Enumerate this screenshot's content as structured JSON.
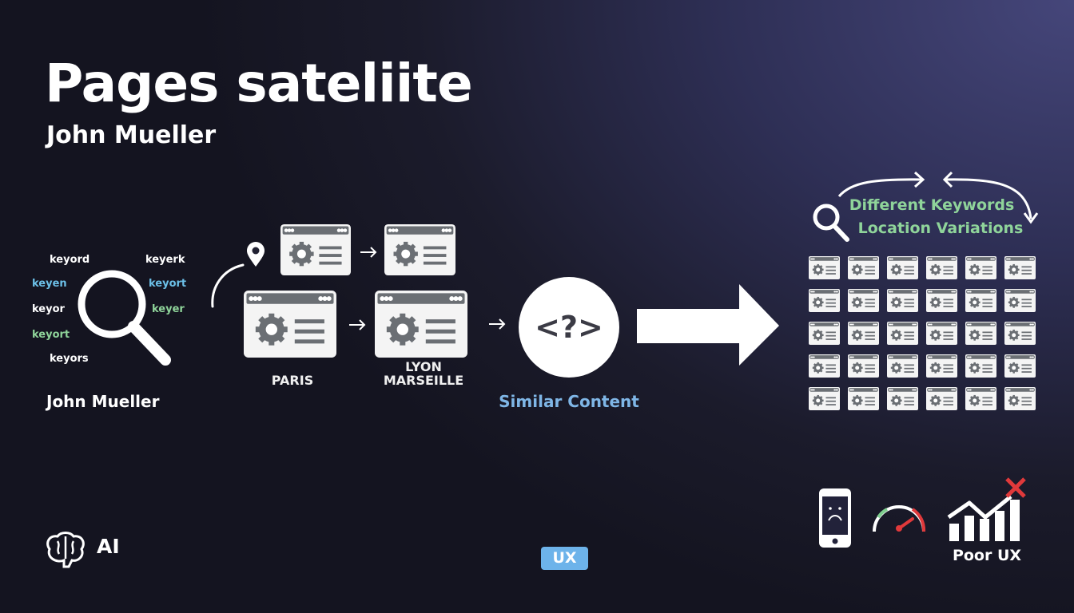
{
  "title": "Pages sateliite",
  "subtitle": "John Mueller",
  "left_panel": {
    "label": "John Mueller",
    "keywords": [
      "keyord",
      "keyerk",
      "keyen",
      "keyort",
      "keyor",
      "keyer",
      "keyort",
      "keyors"
    ]
  },
  "cities": {
    "first": "PARIS",
    "second_line1": "LYON",
    "second_line2": "MARSEILLE"
  },
  "center": {
    "symbol": "<?>",
    "label": "Similar Content"
  },
  "right_panel": {
    "line1": "Different Keywords",
    "line2": "Location Variations",
    "grid_rows": 5,
    "grid_cols": 6
  },
  "bottom": {
    "ai_label": "AI",
    "ux_badge": "UX",
    "poor_ux_label": "Poor UX"
  },
  "colors": {
    "accent_blue": "#6db3ea",
    "accent_green": "#8fd49a",
    "similar_blue": "#7fb6e6",
    "error_red": "#e0393b"
  }
}
